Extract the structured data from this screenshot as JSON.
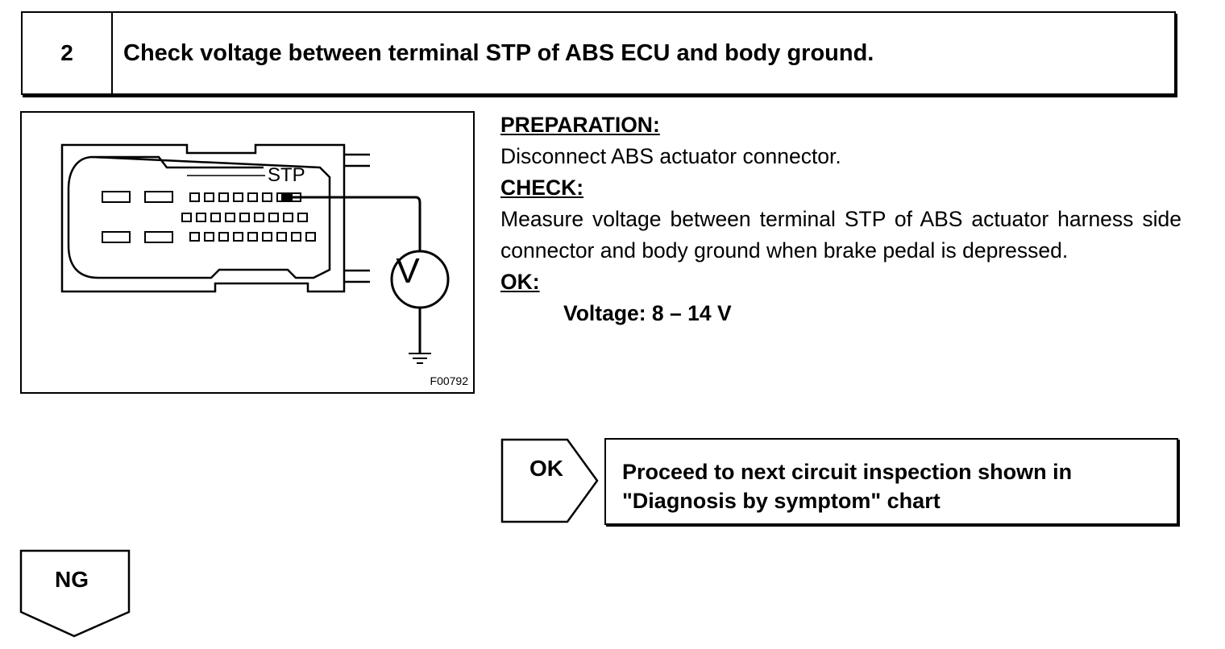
{
  "step": {
    "number": "2",
    "title": "Check voltage between terminal STP of ABS ECU and body ground."
  },
  "figure": {
    "terminal_label": "STP",
    "meter_label": "V",
    "figure_id": "F00792"
  },
  "preparation": {
    "heading": "PREPARATION:",
    "text": "Disconnect ABS actuator connector."
  },
  "check": {
    "heading": "CHECK:",
    "text": "Measure voltage between terminal STP of ABS actuator harness side connector and body ground when brake pedal is depressed."
  },
  "ok": {
    "heading": "OK:",
    "value": "Voltage: 8 – 14 V"
  },
  "result_ok": {
    "tab_label": "OK",
    "text": "Proceed to next circuit inspection shown in \"Diagnosis by symptom\" chart"
  },
  "result_ng": {
    "tab_label": "NG"
  }
}
